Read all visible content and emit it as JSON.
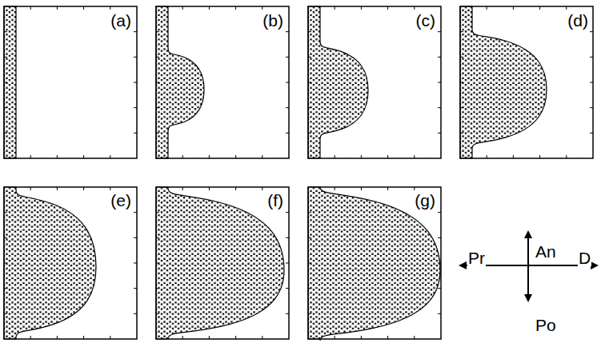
{
  "diagram": {
    "labels": [
      "(a)",
      "(b)",
      "(c)",
      "(d)",
      "(e)",
      "(f)",
      "(g)",
      "An",
      "Pr",
      "D",
      "Po"
    ]
  }
}
